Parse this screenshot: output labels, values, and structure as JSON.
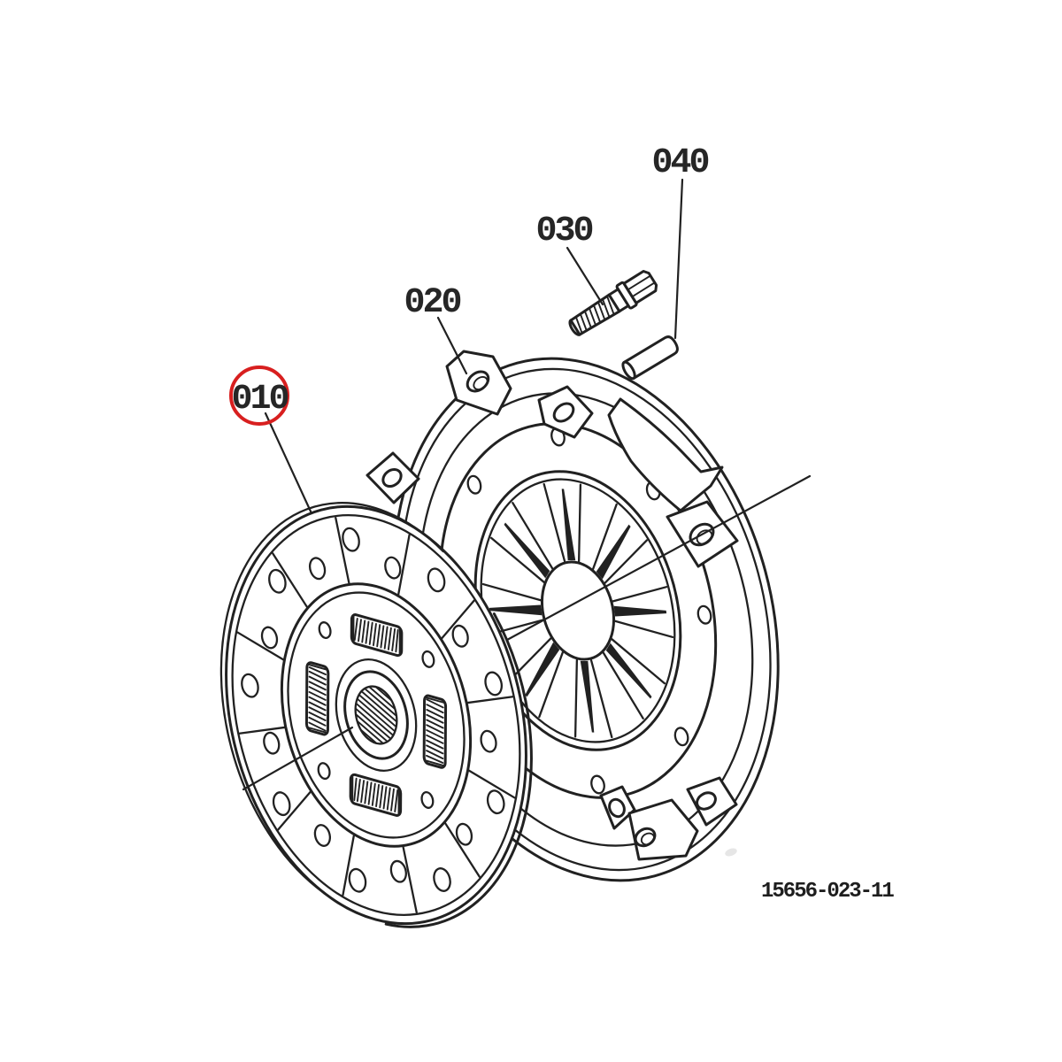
{
  "diagram": {
    "drawing_number": "15656-023-11",
    "callouts": [
      {
        "label": "010",
        "part": "clutch-disc",
        "highlighted": true
      },
      {
        "label": "020",
        "part": "clutch-cover-assembly",
        "highlighted": false
      },
      {
        "label": "030",
        "part": "hex-bolt",
        "highlighted": false
      },
      {
        "label": "040",
        "part": "dowel-pin",
        "highlighted": false
      }
    ],
    "colors": {
      "background": "#ffffff",
      "line": "#212121",
      "highlight_red": "#d81f1f"
    }
  }
}
